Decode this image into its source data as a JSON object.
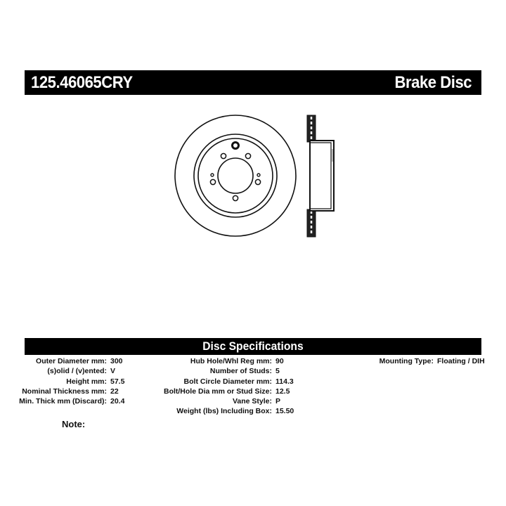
{
  "header": {
    "part_number": "125.46065CRY",
    "category": "Brake Disc"
  },
  "drawing": {
    "front_view_label": "disc front view",
    "side_view_label": "disc side profile"
  },
  "specs": {
    "title": "Disc Specifications",
    "column1": [
      {
        "label": "Outer Diameter mm:",
        "value": "300"
      },
      {
        "label": "(s)olid / (v)ented:",
        "value": "V"
      },
      {
        "label": "Height mm:",
        "value": "57.5"
      },
      {
        "label": "Nominal Thickness mm:",
        "value": "22"
      },
      {
        "label": "Min. Thick mm (Discard):",
        "value": "20.4"
      }
    ],
    "column2": [
      {
        "label": "Hub Hole/Whl Reg mm:",
        "value": "90"
      },
      {
        "label": "Number of Studs:",
        "value": "5"
      },
      {
        "label": "Bolt Circle Diameter mm:",
        "value": "114.3"
      },
      {
        "label": "Bolt/Hole Dia mm or Stud Size:",
        "value": "12.5"
      },
      {
        "label": "Vane Style:",
        "value": "P"
      },
      {
        "label": "Weight (lbs) Including Box:",
        "value": "15.50"
      }
    ],
    "column3": [
      {
        "label": "Mounting Type:",
        "value": "Floating / DIH"
      }
    ],
    "note_label": "Note:"
  }
}
